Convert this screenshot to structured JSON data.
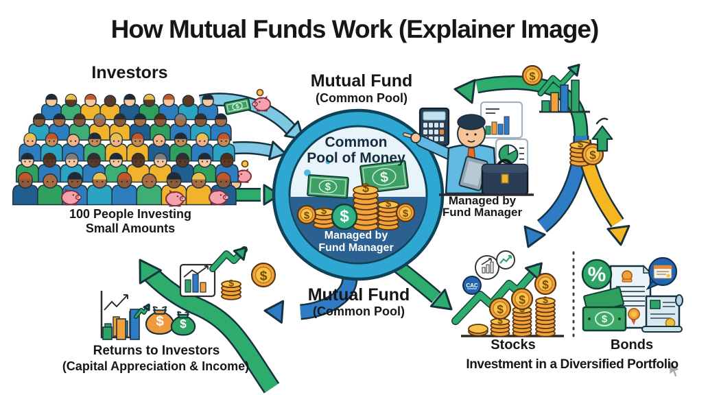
{
  "title": {
    "text": "How Mutual Funds Work (Explainer Image)"
  },
  "investors": {
    "heading": "Investors",
    "caption1": "100 People Investing",
    "caption2": "Small Amounts"
  },
  "fund_top": {
    "heading": "Mutual Fund",
    "sub": "(Common Pool)"
  },
  "pool": {
    "line1": "Common",
    "line2": "Pool of Money",
    "managed1": "Managed by",
    "managed2": "Fund Manager"
  },
  "manager": {
    "caption1": "Managed by",
    "caption2": "Fund Manager"
  },
  "fund_bottom": {
    "heading": "Mutual Fund",
    "sub": "(Common Pool)"
  },
  "returns": {
    "caption1": "Returns to Investors",
    "caption2": "(Capital Appreciation & Income)"
  },
  "portfolio": {
    "stocks": "Stocks",
    "bonds": "Bonds",
    "caption": "Investment in a Diversified Portfolio",
    "badge": "CAC",
    "percent": "%"
  },
  "symbols": {
    "dollar": "$"
  },
  "colors": {
    "arrow_green": "#2EAC6E",
    "arrow_lightblue": "#7EC8E4",
    "arrow_blue": "#2F7CC6",
    "arrow_yellow": "#F5B622",
    "ring_blue": "#2FA7D3",
    "pool_top": "#E9F4FA",
    "pool_bottom": "#2B6191",
    "coin_gold": "#F2A33C",
    "bill_green": "#3DA166",
    "text_dark": "#161616"
  }
}
